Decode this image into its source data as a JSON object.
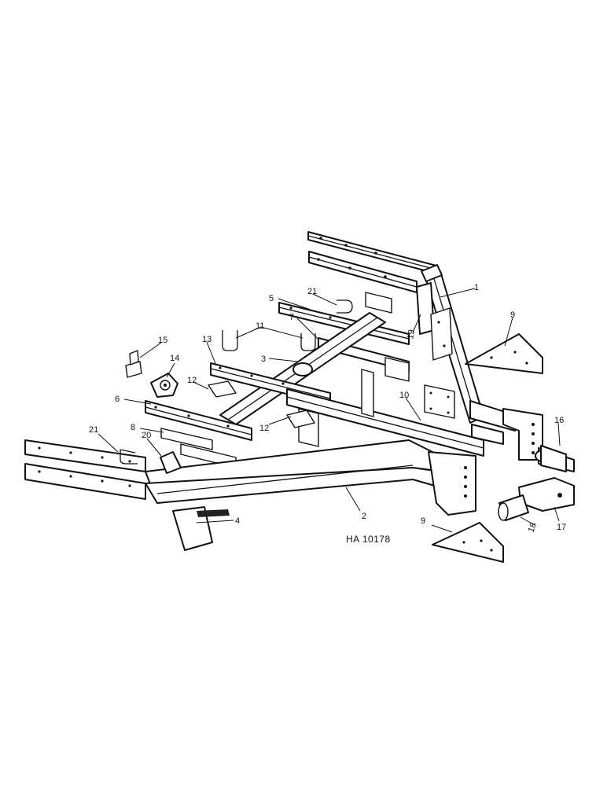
{
  "figure_ref": "HA 10178",
  "callouts": [
    "1",
    "2",
    "3",
    "4",
    "5",
    "6",
    "7",
    "8",
    "9",
    "10",
    "11",
    "12",
    "13",
    "14",
    "15",
    "16",
    "17",
    "18",
    "19",
    "20",
    "21"
  ]
}
